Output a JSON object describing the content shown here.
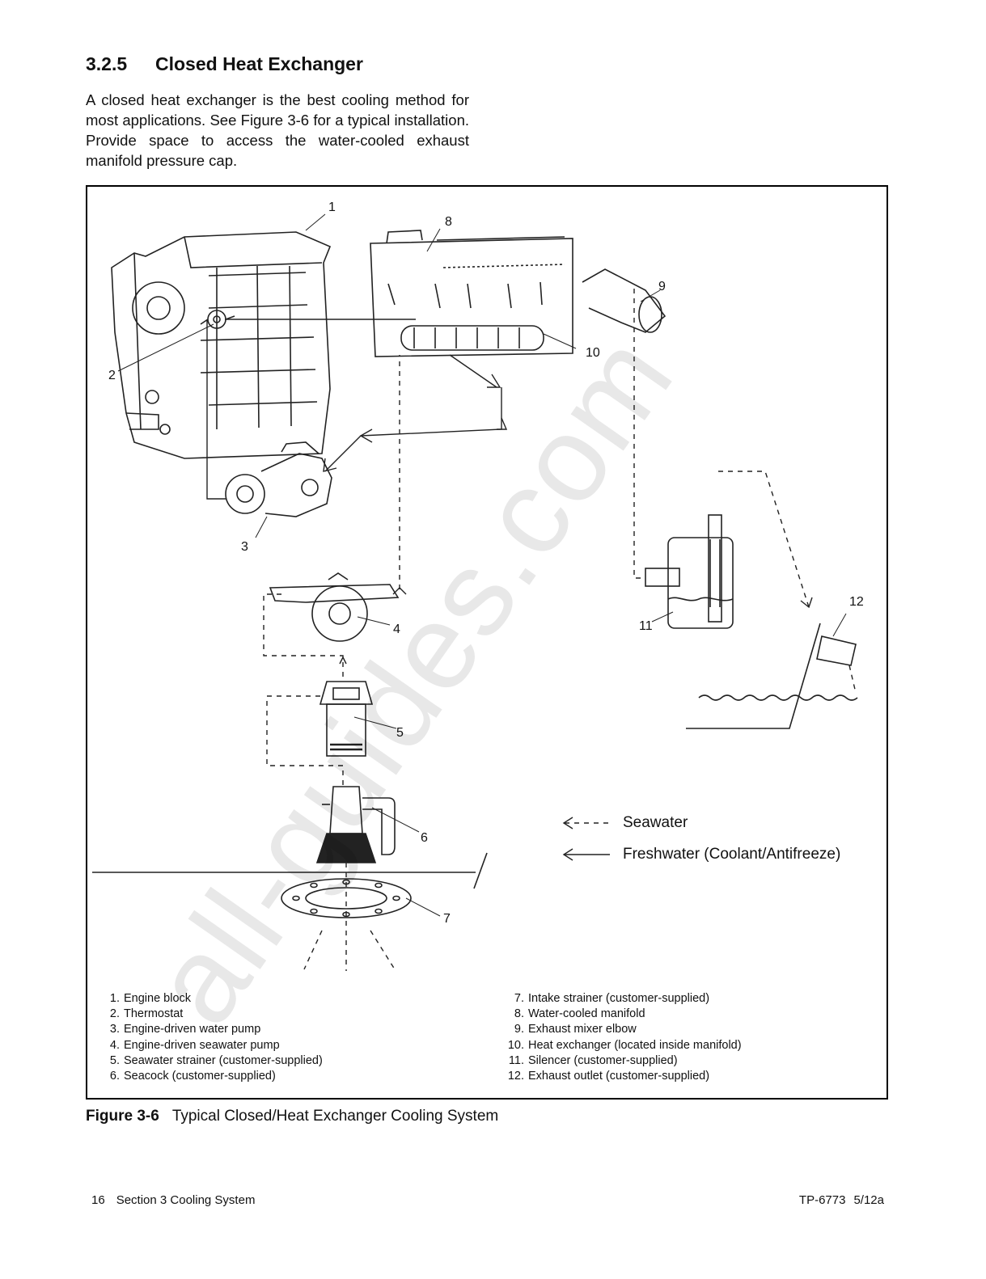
{
  "section": {
    "number": "3.2.5",
    "title": "Closed Heat Exchanger"
  },
  "intro": "A closed heat exchanger is the best cooling method for most applications.   See Figure 3-6 for a typical installation.  Provide space to access the water-cooled exhaust manifold pressure cap.",
  "figure": {
    "callouts": [
      "1",
      "2",
      "3",
      "4",
      "5",
      "6",
      "7",
      "8",
      "9",
      "10",
      "11",
      "12"
    ],
    "key": {
      "seawater": "Seawater",
      "freshwater": "Freshwater (Coolant/Antifreeze)"
    },
    "legend_left": [
      {
        "n": "1.",
        "label": "Engine block"
      },
      {
        "n": "2.",
        "label": "Thermostat"
      },
      {
        "n": "3.",
        "label": "Engine-driven water pump"
      },
      {
        "n": "4.",
        "label": "Engine-driven seawater pump"
      },
      {
        "n": "5.",
        "label": "Seawater strainer (customer-supplied)"
      },
      {
        "n": "6.",
        "label": "Seacock (customer-supplied)"
      }
    ],
    "legend_right": [
      {
        "n": "7.",
        "label": "Intake strainer (customer-supplied)"
      },
      {
        "n": "8.",
        "label": "Water-cooled manifold"
      },
      {
        "n": "9.",
        "label": "Exhaust mixer elbow"
      },
      {
        "n": "10.",
        "label": "Heat exchanger (located inside manifold)"
      },
      {
        "n": "11.",
        "label": "Silencer (customer-supplied)"
      },
      {
        "n": "12.",
        "label": "Exhaust outlet (customer-supplied)"
      }
    ],
    "caption_label": "Figure 3-6",
    "caption_text": "Typical Closed/Heat Exchanger Cooling System"
  },
  "footer": {
    "page": "16",
    "section": "Section 3  Cooling System",
    "doc": "TP-6773",
    "rev": "5/12a"
  },
  "watermark": "all-guides.com"
}
